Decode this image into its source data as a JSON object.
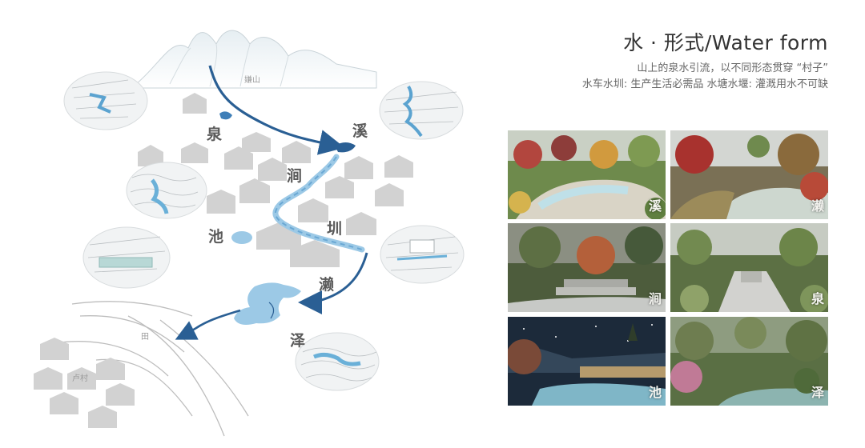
{
  "title": "水 · 形式/Water form",
  "subtitle_line1": "山上的泉水引流，以不同形态贯穿 “村子”",
  "subtitle_line2": "水车水圳: 生产生活必需品  水塘水堰: 灌溉用水不可缺",
  "map": {
    "mountain_label": "嫌山",
    "labels": {
      "quan": "泉",
      "xi": "溪",
      "jian": "涧",
      "zhen": "圳",
      "chi": "池",
      "lai": "濑",
      "ze": "泽",
      "tian": "田",
      "village": "卢村"
    }
  },
  "photos": [
    {
      "label": "溪"
    },
    {
      "label": "濑"
    },
    {
      "label": "涧"
    },
    {
      "label": "泉"
    },
    {
      "label": "池"
    },
    {
      "label": "泽"
    }
  ],
  "colors": {
    "water_dark": "#2a5f94",
    "water_light": "#9cc9e6",
    "house": "#d2d2d2"
  }
}
